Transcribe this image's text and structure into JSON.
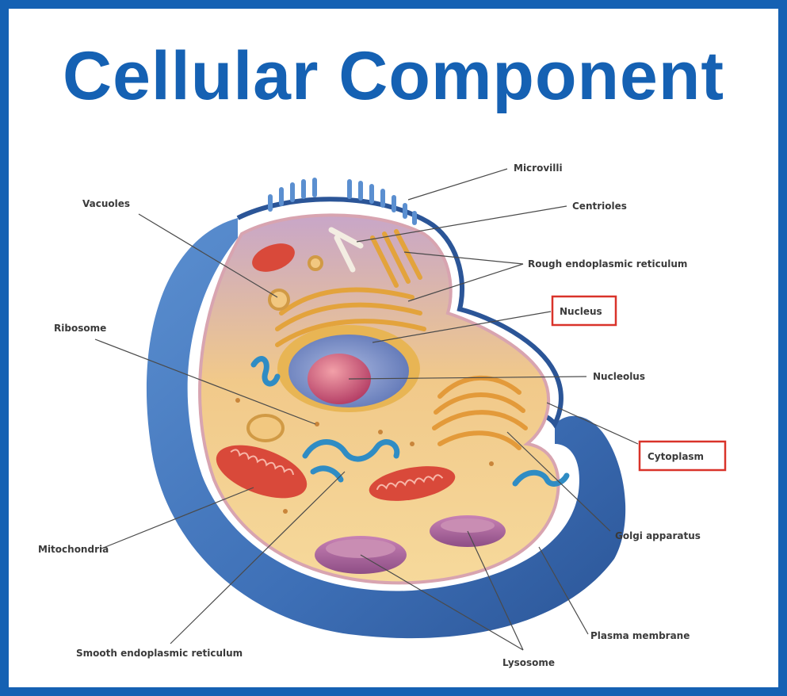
{
  "title": "Cellular Component",
  "labels": {
    "microvilli": "Microvilli",
    "centrioles": "Centrioles",
    "rough_er": "Rough endoplasmic reticulum",
    "vacuoles": "Vacuoles",
    "nucleus": "Nucleus",
    "ribosome": "Ribosome",
    "nucleolus": "Nucleolus",
    "cytoplasm": "Cytoplasm",
    "golgi": "Golgi apparatus",
    "mitochondria": "Mitochondria",
    "smooth_er": "Smooth endoplasmic reticulum",
    "plasma_membrane": "Plasma membrane",
    "lysosome": "Lysosome"
  },
  "highlighted": [
    "Nucleus",
    "Cytoplasm"
  ],
  "colors": {
    "frame": "#1561b3",
    "title": "#1561b3",
    "highlight_box": "#d9332a",
    "membrane": "#3f73b9",
    "cytoplasm": "#f5d28a",
    "nucleus": "#7d93c9",
    "nucleolus": "#c2466a",
    "mitochondria": "#d9493a",
    "smooth_er": "#2f8cc4",
    "golgi": "#e39a3a"
  }
}
